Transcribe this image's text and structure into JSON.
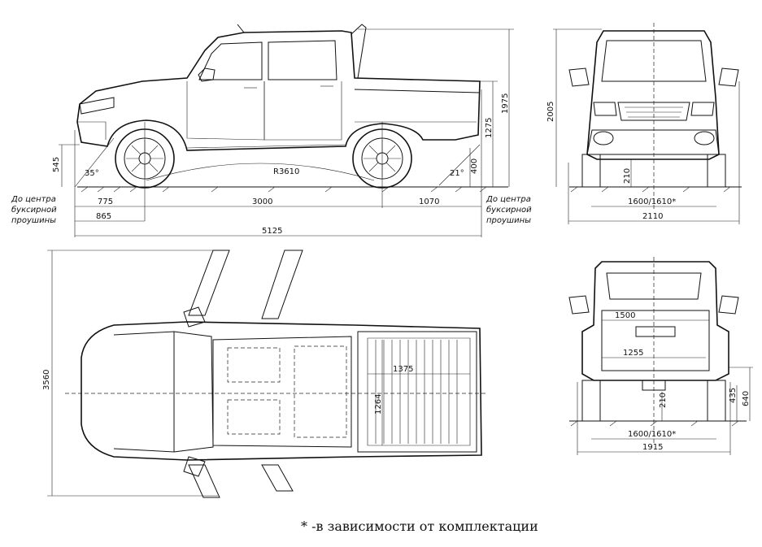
{
  "side_view": {
    "dims": {
      "overall_length": "5125",
      "front_overhang": "775",
      "wheelbase": "3000",
      "rear_overhang": "1070",
      "tow_front": "865",
      "height": "1975",
      "rear_height": "1275",
      "front_bumper_height": "545",
      "rear_bumper_height": "400",
      "approach_angle": "35°",
      "departure_angle": "21°",
      "ramp_radius": "R3610"
    },
    "labels": {
      "tow_left_1": "До центра",
      "tow_left_2": "буксирной",
      "tow_left_3": "проушины",
      "tow_right_1": "До центра",
      "tow_right_2": "буксирной",
      "tow_right_3": "проушины"
    }
  },
  "front_view": {
    "dims": {
      "height": "2005",
      "ground_clearance": "210",
      "track": "1600/1610*",
      "width": "2110"
    }
  },
  "top_view": {
    "dims": {
      "mirror_width": "3560",
      "bed_length": "1375",
      "bed_width": "1264"
    }
  },
  "rear_view": {
    "dims": {
      "tailgate_width": "1500",
      "bed_inner_width": "1255",
      "ground_clearance": "210",
      "hitch_height_1": "435",
      "hitch_height_2": "640",
      "track": "1600/1610*",
      "width": "1915"
    }
  },
  "footnote": "* -в зависимости от комплектации"
}
